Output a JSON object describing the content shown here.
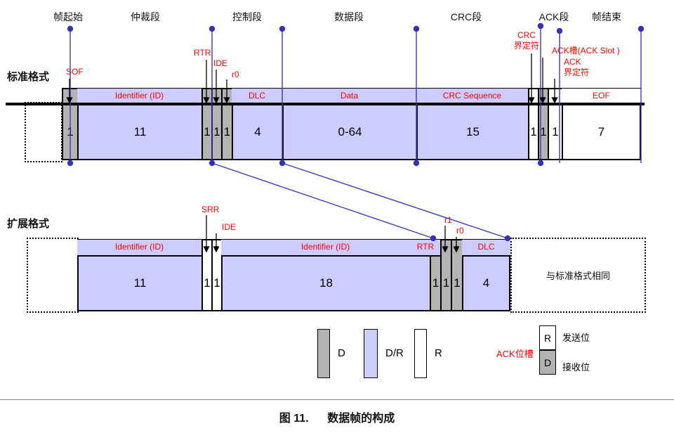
{
  "figure": {
    "caption": "图 11.      数据帧的构成"
  },
  "colors": {
    "dominant": "#b3b3b3",
    "dominant_recessive": "#ccccfe",
    "recessive": "#ffffff",
    "annotation_red": "#ff0000",
    "marker_blue": "#3333b4"
  },
  "segment_labels": [
    {
      "label": "帧起始"
    },
    {
      "label": "仲裁段"
    },
    {
      "label": "控制段"
    },
    {
      "label": "数据段"
    },
    {
      "label": "CRC段"
    },
    {
      "label": "ACK段"
    },
    {
      "label": "帧结束"
    }
  ],
  "standard": {
    "row_label": "标准格式",
    "cells": [
      {
        "name": "SOF",
        "header": "",
        "value": "1",
        "type": "D"
      },
      {
        "name": "Identifier",
        "header": "Identifier (ID)",
        "value": "11",
        "type": "D/R"
      },
      {
        "name": "RTR",
        "header": "",
        "value": "1",
        "type": "D"
      },
      {
        "name": "IDE",
        "header": "",
        "value": "1",
        "type": "D"
      },
      {
        "name": "r0",
        "header": "",
        "value": "1",
        "type": "D"
      },
      {
        "name": "DLC",
        "header": "DLC",
        "value": "4",
        "type": "D/R"
      },
      {
        "name": "Data",
        "header": "Data",
        "value": "0-64",
        "type": "D/R"
      },
      {
        "name": "CRC Sequence",
        "header": "CRC Sequence",
        "value": "15",
        "type": "D/R"
      },
      {
        "name": "CRC delimiter",
        "header": "",
        "value": "1",
        "type": "R"
      },
      {
        "name": "ACK slot",
        "header": "",
        "value": "1",
        "type": "D"
      },
      {
        "name": "ACK delimiter",
        "header": "",
        "value": "1",
        "type": "R"
      },
      {
        "name": "EOF",
        "header": "EOF",
        "value": "7",
        "type": "R"
      }
    ],
    "annotations": {
      "sof": "SOF",
      "rtr": "RTR",
      "ide": "IDE",
      "r0": "r0",
      "crc_delimiter": "CRC\n界定符",
      "ack_slot": "ACK槽(ACK Slot )",
      "ack_delimiter": "ACK\n界定符"
    }
  },
  "extended": {
    "row_label": "扩展格式",
    "cells": [
      {
        "name": "Identifier",
        "header": "Identifier (ID)",
        "value": "11",
        "type": "D/R"
      },
      {
        "name": "SRR",
        "header": "",
        "value": "1",
        "type": "R"
      },
      {
        "name": "IDE",
        "header": "",
        "value": "1",
        "type": "R"
      },
      {
        "name": "Identifier extension",
        "header": "Identifier (ID)",
        "value": "18",
        "type": "D/R"
      },
      {
        "name": "RTR",
        "header": "RTR",
        "value": "1",
        "type": "D"
      },
      {
        "name": "r1",
        "header": "",
        "value": "1",
        "type": "D"
      },
      {
        "name": "r0",
        "header": "",
        "value": "1",
        "type": "D"
      },
      {
        "name": "DLC",
        "header": "DLC",
        "value": "4",
        "type": "D/R"
      }
    ],
    "annotations": {
      "srr": "SRR",
      "ide": "IDE",
      "r1": "r1",
      "r0": "r0"
    },
    "rest_note": "与标准格式相同"
  },
  "legend": {
    "dominant_label": "D",
    "dominant_recessive_label": "D/R",
    "recessive_label": "R",
    "ack_slot_title": "ACK位槽",
    "ack_send_bit": "R",
    "ack_send_label": "发送位",
    "ack_recv_bit": "D",
    "ack_recv_label": "接收位"
  }
}
